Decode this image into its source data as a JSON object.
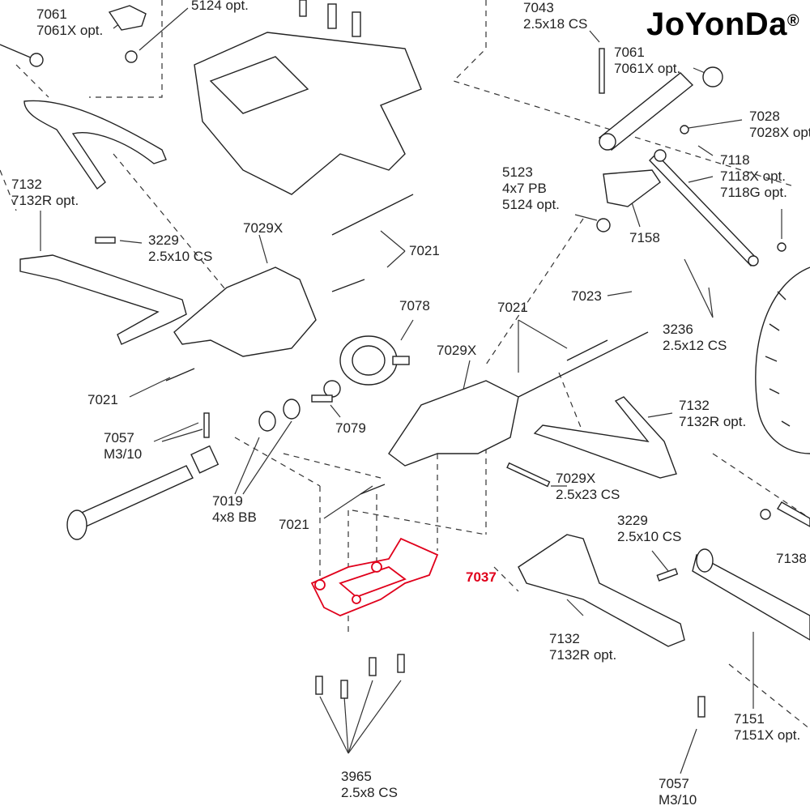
{
  "brand": {
    "name": "JoYonDa",
    "mark": "®"
  },
  "highlight_color": "#e0001b",
  "callouts": {
    "c7061_tl": [
      "7061",
      "7061X opt."
    ],
    "c5124_top": [
      "5124 opt."
    ],
    "c7043": [
      "7043",
      "2.5x18 CS"
    ],
    "c7061_tr": [
      "7061",
      "7061X opt."
    ],
    "c7028": [
      "7028",
      "7028X opt."
    ],
    "c7118": [
      "7118",
      "7118X opt.",
      "7118G opt."
    ],
    "c5123": [
      "5123",
      "4x7 PB",
      "5124 opt."
    ],
    "c7158": [
      "7158"
    ],
    "c7132_tl": [
      "7132",
      "7132R opt."
    ],
    "c3229_tl": [
      "3229",
      "2.5x10 CS"
    ],
    "c7029x_top": [
      "7029X"
    ],
    "c7021_a": [
      "7021"
    ],
    "c7078": [
      "7078"
    ],
    "c7021_b": [
      "7021"
    ],
    "c7023": [
      "7023"
    ],
    "c3236": [
      "3236",
      "2.5x12 CS"
    ],
    "c7029x_mid": [
      "7029X"
    ],
    "c7021_c": [
      "7021"
    ],
    "c7132_r": [
      "7132",
      "7132R opt."
    ],
    "c7057_l": [
      "7057",
      "M3/10"
    ],
    "c7079": [
      "7079"
    ],
    "c7029x_cs": [
      "7029X",
      "2.5x23 CS"
    ],
    "c7019": [
      "7019",
      "4x8 BB"
    ],
    "c7021_d": [
      "7021"
    ],
    "c3229_r": [
      "3229",
      "2.5x10 CS"
    ],
    "c7037": [
      "7037"
    ],
    "c7132_b": [
      "7132",
      "7132R opt."
    ],
    "c7151": [
      "7151",
      "7151X opt."
    ],
    "c3965": [
      "3965",
      "2.5x8 CS"
    ],
    "c7057_b": [
      "7057",
      "M3/10"
    ],
    "c7138": [
      "7138"
    ]
  }
}
